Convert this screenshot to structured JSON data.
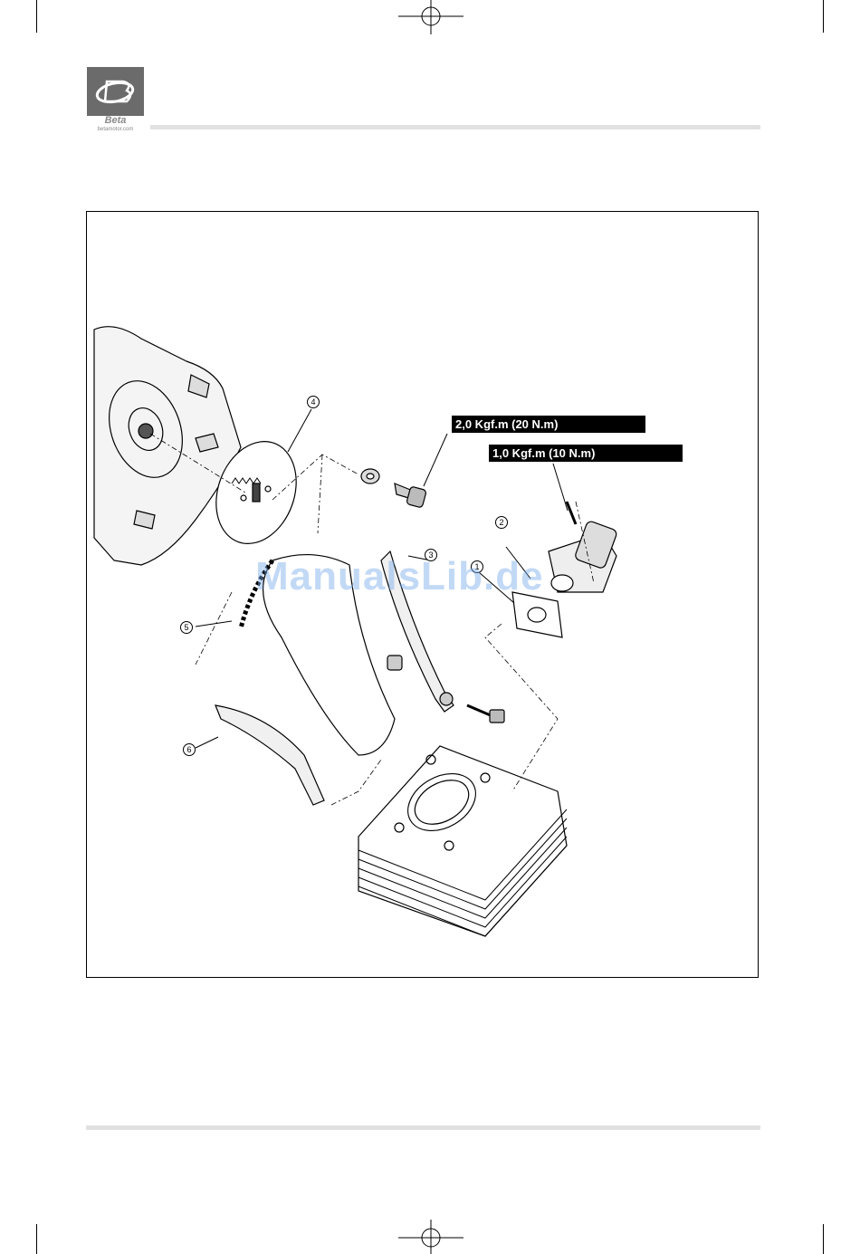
{
  "header": {
    "logo_word": "Beta",
    "logo_url": "betamotor.com"
  },
  "figure": {
    "torque_labels": [
      "2,0 Kgf.m (20 N.m)",
      "1,0 Kgf.m (10 N.m)"
    ],
    "callouts": [
      "1",
      "2",
      "3",
      "4",
      "5",
      "6"
    ]
  },
  "watermark": "ManualsLib.de",
  "colors": {
    "rule": "#e1e1e1",
    "logo": "#6b6b6b",
    "watermark": "#78aaeb"
  }
}
